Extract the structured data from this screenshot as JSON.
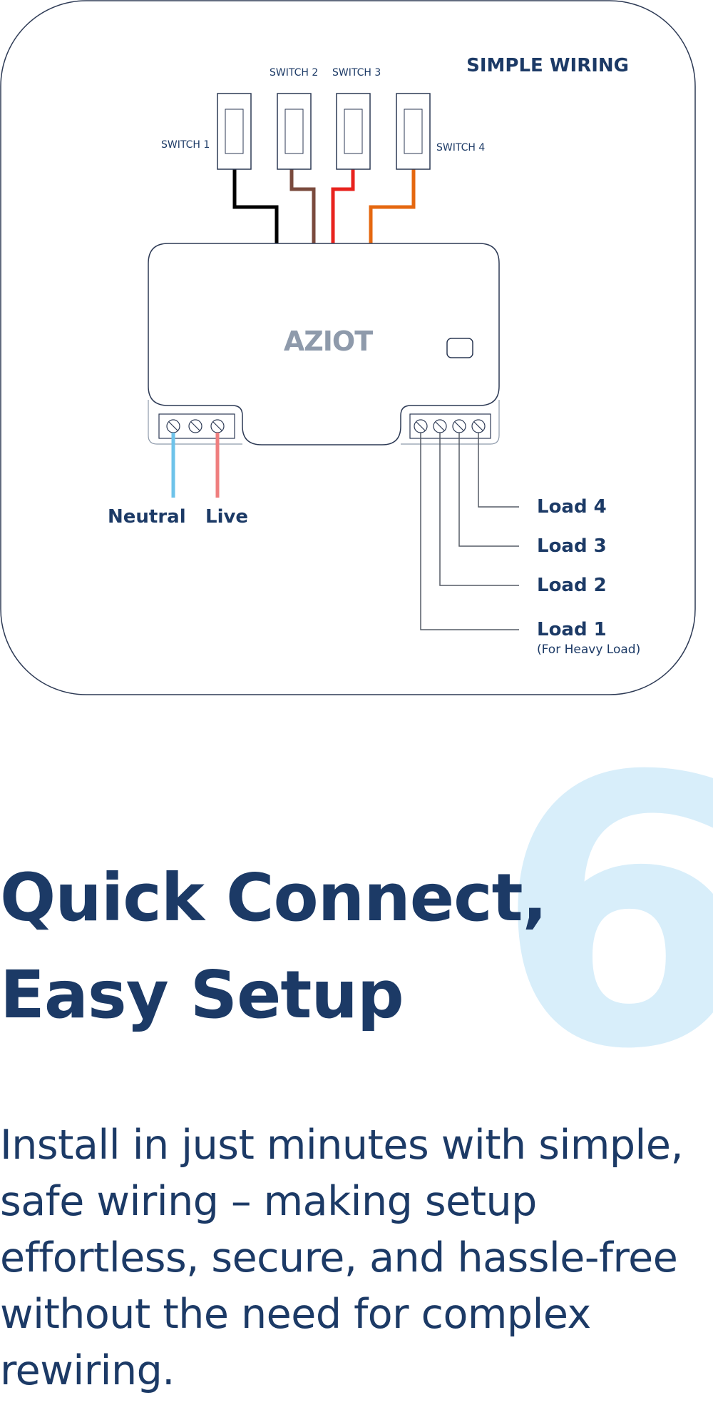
{
  "diagram": {
    "title": "SIMPLE WIRING",
    "brand": "AZIOT",
    "switches": [
      {
        "label": "SWITCH 1",
        "wire_color": "#000000"
      },
      {
        "label": "SWITCH 2",
        "wire_color": "#7a4a3d"
      },
      {
        "label": "SWITCH 3",
        "wire_color": "#e8221d"
      },
      {
        "label": "SWITCH 4",
        "wire_color": "#e5670f"
      }
    ],
    "inputs": {
      "neutral": {
        "label": "Neutral",
        "wire_color": "#6ec3ea"
      },
      "live": {
        "label": "Live",
        "wire_color": "#ef7e7e"
      }
    },
    "loads": [
      {
        "label": "Load 4",
        "note": ""
      },
      {
        "label": "Load 3",
        "note": ""
      },
      {
        "label": "Load 2",
        "note": ""
      },
      {
        "label": "Load 1",
        "note": "(For Heavy Load)"
      }
    ]
  },
  "feature": {
    "number": "6",
    "headline_line1": "Quick Connect,",
    "headline_line2": "Easy Setup",
    "body_lines": [
      "Install in just minutes with simple,",
      "safe wiring – making setup",
      "effortless, secure, and hassle-free",
      "without the need for complex",
      "rewiring."
    ]
  },
  "colors": {
    "navy": "#1c3a66",
    "outline": "#2d3a55",
    "thin_line": "#555b66",
    "brand_grey": "#8e9aab",
    "number_tint": "#d8eefa"
  }
}
